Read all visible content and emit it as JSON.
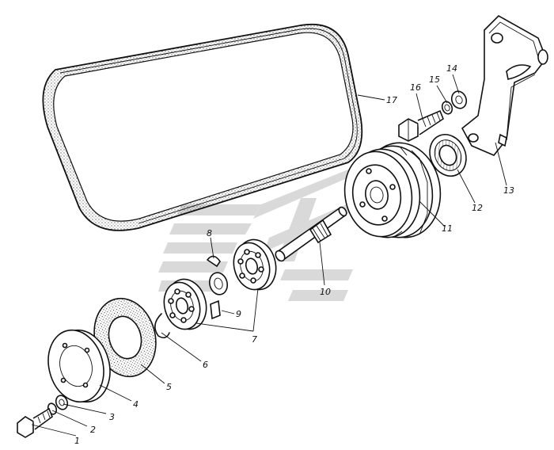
{
  "diagram": {
    "labels": {
      "p1": "1",
      "p2": "2",
      "p3": "3",
      "p4": "4",
      "p5": "5",
      "p6": "6",
      "p7": "7",
      "p8": "8",
      "p9": "9",
      "p10": "10",
      "p11": "11",
      "p12": "12",
      "p13": "13",
      "p14": "14",
      "p15": "15",
      "p16": "16",
      "p17": "17"
    }
  },
  "colors": {
    "ink": "#111111",
    "watermark": "#d9d9d9"
  }
}
